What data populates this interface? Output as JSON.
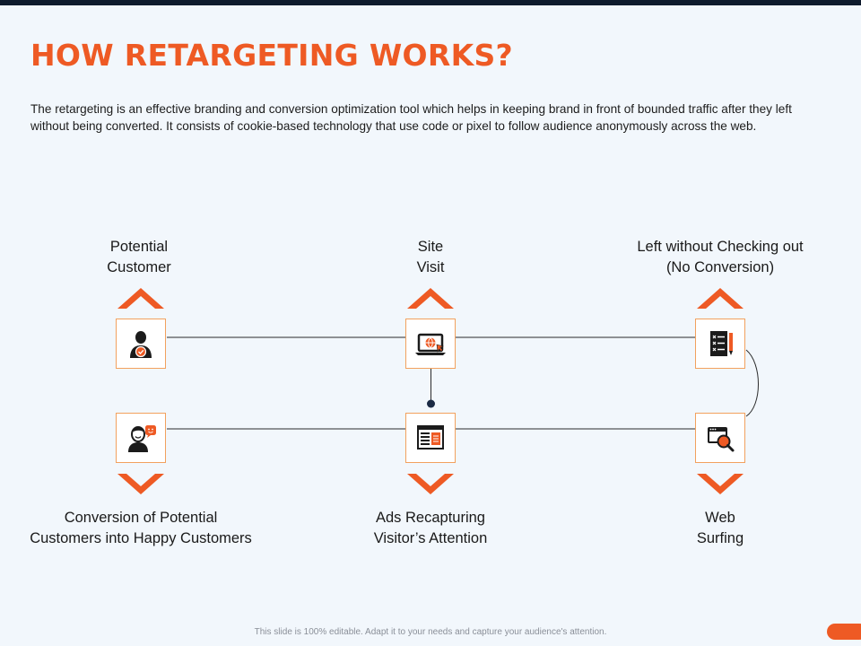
{
  "title": "HOW RETARGETING WORKS?",
  "description": "The retargeting is an effective branding and conversion optimization tool which helps in keeping brand in front of bounded traffic after they left without being converted. It consists of cookie-based technology that use code or pixel to follow audience anonymously across the web.",
  "steps": [
    {
      "label": "Potential\nCustomer",
      "icon": "customer-target-icon"
    },
    {
      "label": "Site\nVisit",
      "icon": "laptop-globe-icon"
    },
    {
      "label": "Left without Checking out\n(No Conversion)",
      "icon": "checklist-icon"
    },
    {
      "label": "Web\nSurfing",
      "icon": "browser-search-icon"
    },
    {
      "label": "Ads Recapturing\nVisitor’s Attention",
      "icon": "ads-page-icon"
    },
    {
      "label": "Conversion of Potential\nCustomers into Happy Customers",
      "icon": "happy-customer-icon"
    }
  ],
  "footer": "This slide is 100% editable. Adapt it to your needs and capture your audience's attention.",
  "colors": {
    "accent": "#ee5a24",
    "dark": "#0f1b2d",
    "background": "#f2f7fc",
    "box_border": "#f2a15e"
  }
}
